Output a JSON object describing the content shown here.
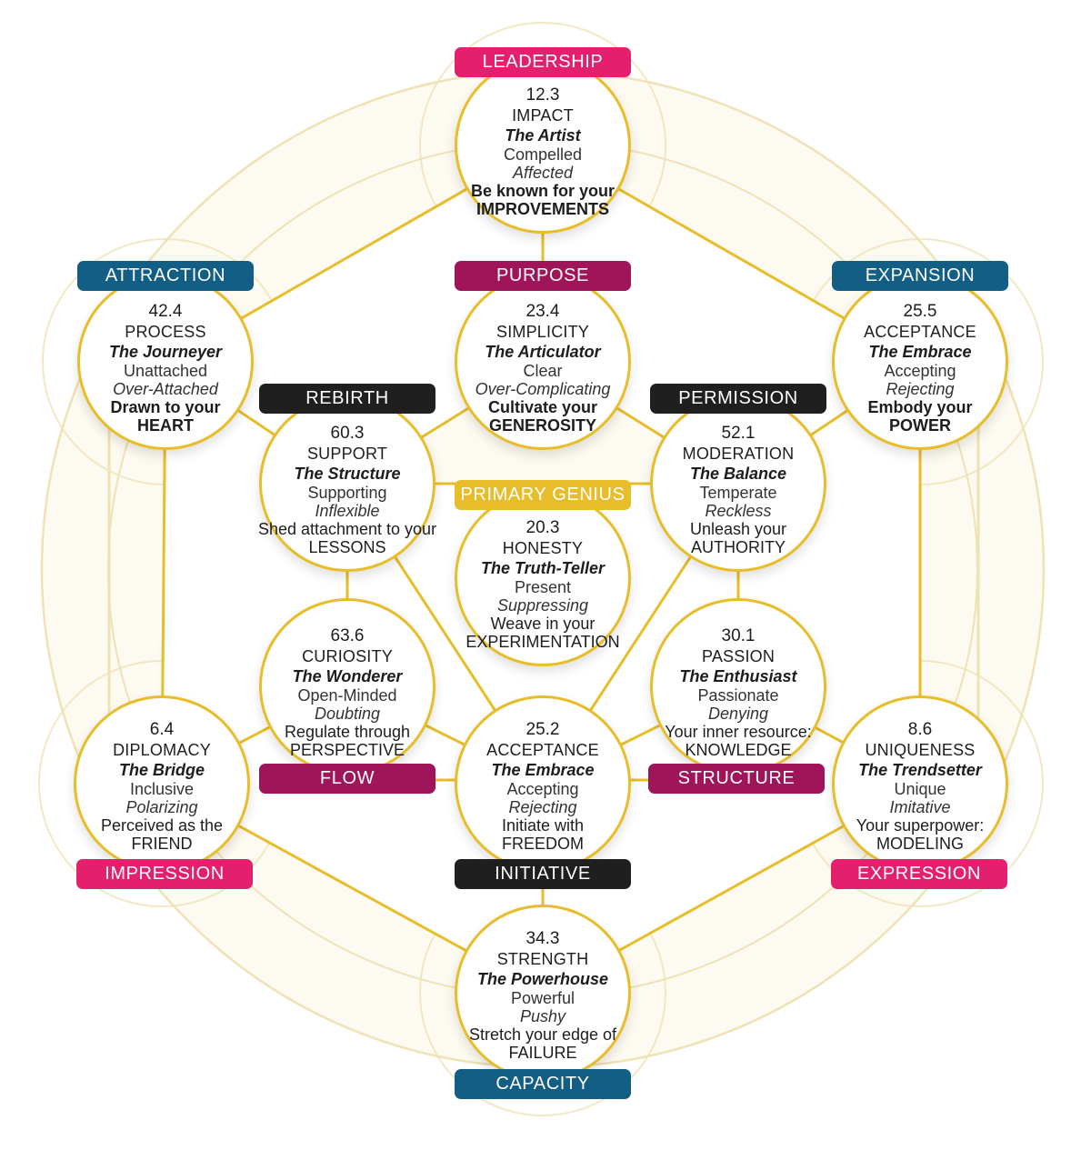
{
  "colors": {
    "pink": "#e4206e",
    "blue": "#135e84",
    "maroon": "#a0145a",
    "black": "#1f1f1f",
    "gold": "#e8bd2a",
    "line": "#e8bd2a",
    "bg_fill": "#fdfaf1",
    "bg_stroke": "#efe2b4"
  },
  "nodes": {
    "leadership": {
      "label": "LEADERSHIP",
      "color": "pink",
      "score": "12.3",
      "name": "IMPACT",
      "archetype": "The Artist",
      "positive": "Compelled",
      "negative": "Affected",
      "line1": "Be known for your",
      "line2": "IMPROVEMENTS"
    },
    "attraction": {
      "label": "ATTRACTION",
      "color": "blue",
      "score": "42.4",
      "name": "PROCESS",
      "archetype": "The Journeyer",
      "positive": "Unattached",
      "negative": "Over-Attached",
      "line1": "Drawn to your",
      "line2": "HEART"
    },
    "purpose": {
      "label": "PURPOSE",
      "color": "maroon",
      "score": "23.4",
      "name": "SIMPLICITY",
      "archetype": "The Articulator",
      "positive": "Clear",
      "negative": "Over-Complicating",
      "line1": "Cultivate your",
      "line2": "GENEROSITY"
    },
    "expansion": {
      "label": "EXPANSION",
      "color": "blue",
      "score": "25.5",
      "name": "ACCEPTANCE",
      "archetype": "The Embrace",
      "positive": "Accepting",
      "negative": "Rejecting",
      "line1": "Embody your",
      "line2": "POWER"
    },
    "rebirth": {
      "label": "REBIRTH",
      "color": "black",
      "score": "60.3",
      "name": "SUPPORT",
      "archetype": "The Structure",
      "positive": "Supporting",
      "negative": "Inflexible",
      "line1": "Shed attachment to your",
      "line2": "LESSONS"
    },
    "permission": {
      "label": "PERMISSION",
      "color": "black",
      "score": "52.1",
      "name": "MODERATION",
      "archetype": "The Balance",
      "positive": "Temperate",
      "negative": "Reckless",
      "line1": "Unleash your",
      "line2": "AUTHORITY"
    },
    "primary": {
      "label": "PRIMARY GENIUS",
      "color": "gold",
      "score": "20.3",
      "name": "HONESTY",
      "archetype": "The Truth-Teller",
      "positive": "Present",
      "negative": "Suppressing",
      "line1": "Weave in your",
      "line2": "EXPERIMENTATION"
    },
    "flow": {
      "label": "FLOW",
      "color": "maroon",
      "score": "63.6",
      "name": "CURIOSITY",
      "archetype": "The Wonderer",
      "positive": "Open-Minded",
      "negative": "Doubting",
      "line1": "Regulate through",
      "line2": "PERSPECTIVE"
    },
    "structure": {
      "label": "STRUCTURE",
      "color": "maroon",
      "score": "30.1",
      "name": "PASSION",
      "archetype": "The Enthusiast",
      "positive": "Passionate",
      "negative": "Denying",
      "line1": "Your inner resource:",
      "line2": "KNOWLEDGE"
    },
    "impression": {
      "label": "IMPRESSION",
      "color": "pink",
      "score": "6.4",
      "name": "DIPLOMACY",
      "archetype": "The Bridge",
      "positive": "Inclusive",
      "negative": "Polarizing",
      "line1": "Perceived as the",
      "line2": "FRIEND"
    },
    "initiative": {
      "label": "INITIATIVE",
      "color": "black",
      "score": "25.2",
      "name": "ACCEPTANCE",
      "archetype": "The Embrace",
      "positive": "Accepting",
      "negative": "Rejecting",
      "line1": "Initiate with",
      "line2": "FREEDOM"
    },
    "expression": {
      "label": "EXPRESSION",
      "color": "pink",
      "score": "8.6",
      "name": "UNIQUENESS",
      "archetype": "The Trendsetter",
      "positive": "Unique",
      "negative": "Imitative",
      "line1": "Your superpower:",
      "line2": "MODELING"
    },
    "capacity": {
      "label": "CAPACITY",
      "color": "blue",
      "score": "34.3",
      "name": "STRENGTH",
      "archetype": "The Powerhouse",
      "positive": "Powerful",
      "negative": "Pushy",
      "line1": "Stretch your edge of",
      "line2": "FAILURE"
    }
  },
  "connections": [
    [
      "leadership",
      "attraction"
    ],
    [
      "leadership",
      "expansion"
    ],
    [
      "leadership",
      "purpose"
    ],
    [
      "attraction",
      "rebirth"
    ],
    [
      "attraction",
      "impression"
    ],
    [
      "expansion",
      "permission"
    ],
    [
      "expansion",
      "expression"
    ],
    [
      "purpose",
      "rebirth"
    ],
    [
      "purpose",
      "permission"
    ],
    [
      "rebirth",
      "permission"
    ],
    [
      "rebirth",
      "flow"
    ],
    [
      "rebirth",
      "initiative"
    ],
    [
      "permission",
      "structure"
    ],
    [
      "permission",
      "initiative"
    ],
    [
      "flow",
      "impression"
    ],
    [
      "flow",
      "initiative"
    ],
    [
      "structure",
      "initiative"
    ],
    [
      "structure",
      "expression"
    ],
    [
      "impression",
      "capacity"
    ],
    [
      "expression",
      "capacity"
    ],
    [
      "initiative",
      "capacity"
    ]
  ]
}
